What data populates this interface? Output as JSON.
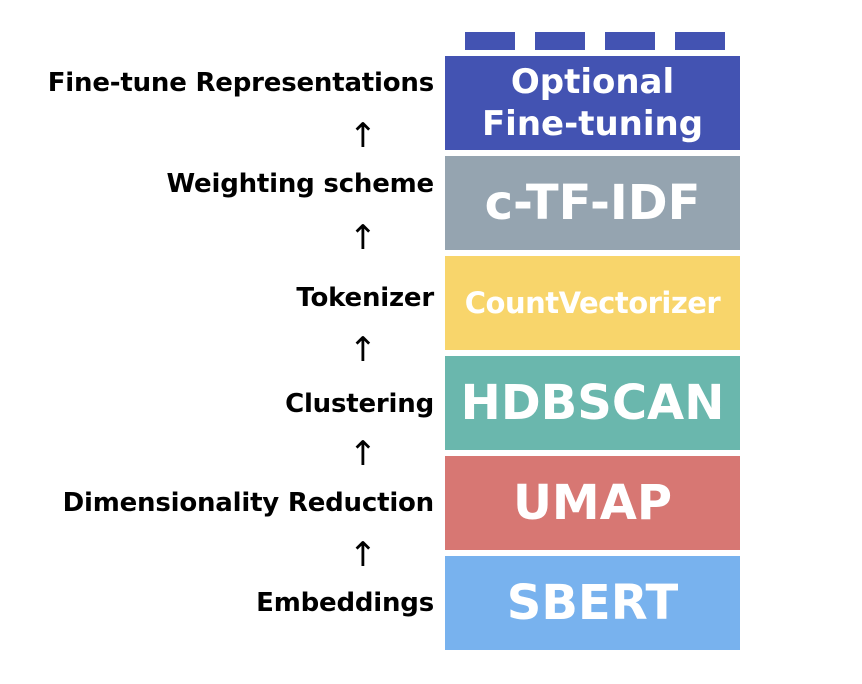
{
  "labels": {
    "fine_tune": "Fine-tune Representations",
    "weighting": "Weighting scheme",
    "tokenizer": "Tokenizer",
    "clustering": "Clustering",
    "dim_reduction": "Dimensionality Reduction",
    "embeddings": "Embeddings"
  },
  "arrow_glyph": "↑",
  "blocks": {
    "fine_tuning_line1": "Optional",
    "fine_tuning_line2": "Fine-tuning",
    "ctfidf": "c-TF-IDF",
    "countvectorizer": "CountVectorizer",
    "hdbscan": "HDBSCAN",
    "umap": "UMAP",
    "sbert": "SBERT"
  },
  "colors": {
    "fine_tuning": "#4353B2",
    "ctfidf": "#95A4B0",
    "countvectorizer": "#F8D56B",
    "hdbscan": "#6AB7AD",
    "umap": "#D77773",
    "sbert": "#78B2EE"
  }
}
